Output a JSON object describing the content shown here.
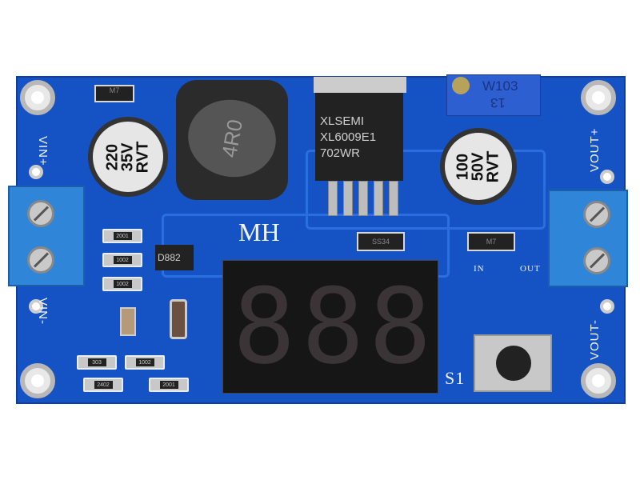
{
  "labels": {
    "vin_plus": "VIN+",
    "vin_minus": "VIN-",
    "vout_plus": "VOUT+",
    "vout_minus": "VOUT-",
    "brand": "MH",
    "switch": "S1",
    "in": "IN",
    "out": "OUT"
  },
  "cap_in": "220\n35V\nRVT",
  "cap_out": "100\n50V\nRVT",
  "regulator": {
    "line1": "XLSEMI",
    "line2": "XL6009E1",
    "line3": "702WR"
  },
  "potentiometer": {
    "code": "W103",
    "sub": "13"
  },
  "inductor": "4R0",
  "transistor": "D882",
  "diode": "SS34",
  "diode2": "M7",
  "diode3": "M7",
  "resistors": [
    "2001",
    "1002",
    "1002",
    "303",
    "1002",
    "2402",
    "2001"
  ],
  "display": {
    "digits": [
      "8",
      "8",
      "8"
    ]
  }
}
